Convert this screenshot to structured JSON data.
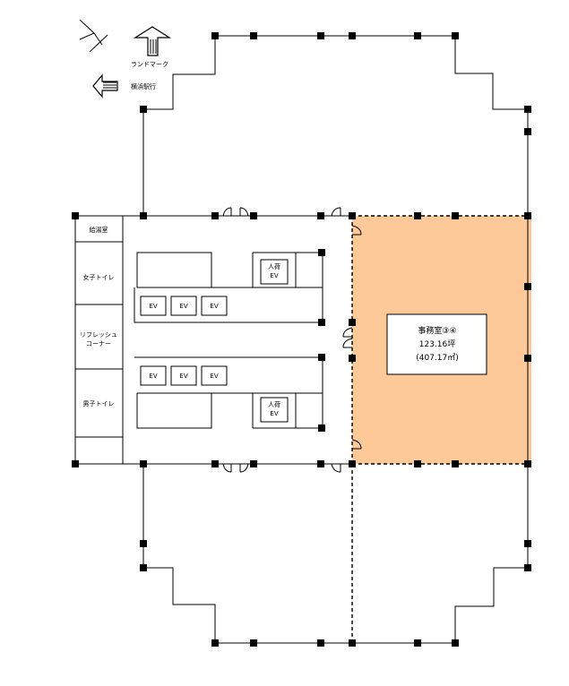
{
  "labels": {
    "landmark": "ランドマーク",
    "direction": "横浜駅行",
    "kitchen": "給湯室",
    "womens_toilet": "女子トイレ",
    "refresh_1": "リフレッシュ",
    "refresh_2": "コーナー",
    "mens_toilet": "男子トイレ",
    "elevator": "EV",
    "freight_ev_1": "人荷",
    "freight_ev_2": "EV"
  },
  "office": {
    "name": "事務室③④",
    "area_tsubo": "123.16坪",
    "area_m2": "(407.17㎡)",
    "fill_color": "#fdc999"
  }
}
